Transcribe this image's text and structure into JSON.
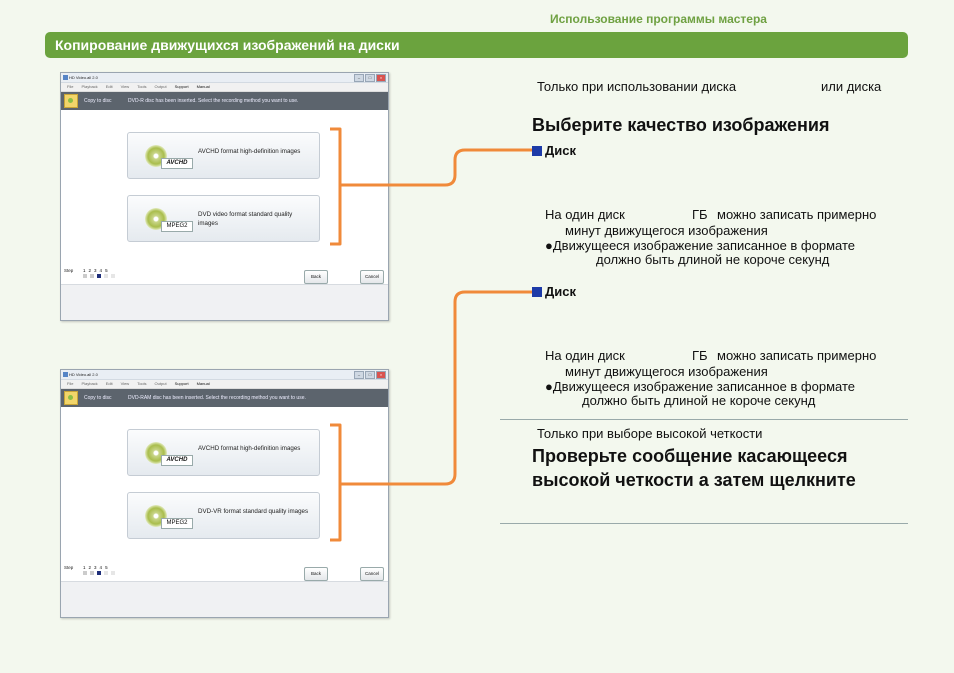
{
  "header": {
    "section_title": "Использование программы мастера",
    "topic": "Копирование движущихся изображений на диски"
  },
  "windows": [
    {
      "title": "HD Video.all 2.0",
      "menu": [
        "File",
        "Playback",
        "Edit",
        "View",
        "Tools",
        "Output",
        "Support",
        "Manual"
      ],
      "task": "Copy to disc",
      "message": "DVD-R disc has been inserted. Select the recording method you want to use.",
      "options": [
        {
          "badge": "AVCHD",
          "label": "AVCHD format high-definition images"
        },
        {
          "badge": "MPEG2",
          "label": "DVD video format standard quality images"
        }
      ],
      "step_label": "Step",
      "steps": [
        "1",
        "2",
        "3",
        "4",
        "5"
      ],
      "current_step": 3,
      "back": "Back",
      "cancel": "Cancel"
    },
    {
      "title": "HD Video.all 2.0",
      "menu": [
        "File",
        "Playback",
        "Edit",
        "View",
        "Tools",
        "Output",
        "Support",
        "Manual"
      ],
      "task": "Copy to disc",
      "message": "DVD-RAM disc has been inserted. Select the recording method you want to use.",
      "options": [
        {
          "badge": "AVCHD",
          "label": "AVCHD format high-definition images"
        },
        {
          "badge": "MPEG2",
          "label": "DVD-VR format standard quality images"
        }
      ],
      "step_label": "Step",
      "steps": [
        "1",
        "2",
        "3",
        "4",
        "5"
      ],
      "current_step": 3,
      "back": "Back",
      "cancel": "Cancel"
    }
  ],
  "right": {
    "note1_a": "Только при использовании диска",
    "note1_b": "или диска",
    "heading1": "Выберите качество изображения",
    "disk1": "Диск",
    "d1_l1a": "На один диск",
    "d1_l1b": "ГБ",
    "d1_l1c": "можно записать примерно",
    "d1_l2": "минут движущегося изображения",
    "d1_l3": "Движущееся изображение  записанное в формате",
    "d1_l4": "должно быть длиной не короче    секунд",
    "disk2": "Диск",
    "d2_l1a": "На один диск",
    "d2_l1b": "ГБ",
    "d2_l1c": "можно записать примерно",
    "d2_l2": "минут движущегося изображения",
    "d2_l3": "Движущееся изображение  записанное в формате",
    "d2_l4": "должно быть длиной не короче    секунд",
    "note2": "Только при выборе высокой четкости",
    "heading2a": "Проверьте сообщение  касающееся",
    "heading2b": "высокой четкости  а затем щелкните"
  },
  "colors": {
    "accent_green": "#6ba33e",
    "connector_orange": "#f08a3a",
    "bullet_blue": "#1d3ba8"
  }
}
